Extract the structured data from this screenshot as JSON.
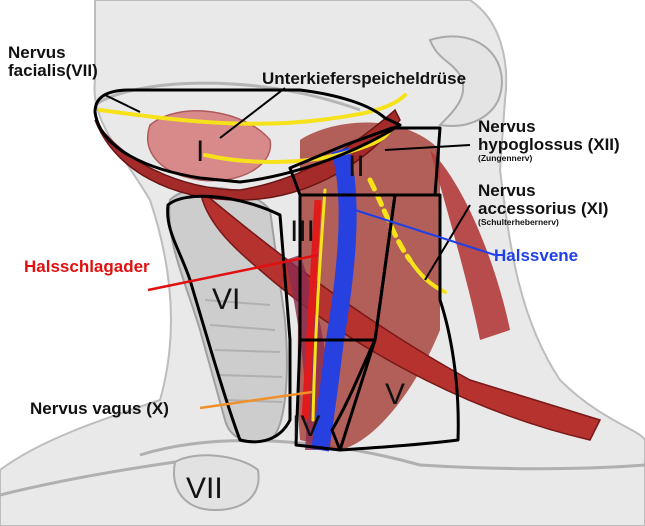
{
  "labels": {
    "facialis_line1": "Nervus",
    "facialis_line2": "facialis(VII)",
    "submandibular": "Unterkieferspeicheldrüse",
    "hypoglossus_line1": "Nervus",
    "hypoglossus_line2": "hypoglossus (XII)",
    "hypoglossus_sub": "(Zungennerv)",
    "accessorius_line1": "Nervus",
    "accessorius_line2": "accessorius (XI)",
    "accessorius_sub": "(Schulterhebernerv)",
    "halsschlagader": "Halsschlagader",
    "halsvene": "Halssvene",
    "vagus": "Nervus vagus (X)"
  },
  "zones": {
    "I": "I",
    "II": "II",
    "III": "III",
    "IV": "IV",
    "V": "V",
    "VI": "VI",
    "VII": "VII"
  },
  "colors": {
    "skin": "#e6e6e6",
    "skin_outline": "#bdbdbd",
    "muscle": "#b23a3a",
    "muscle_dark": "#8e2020",
    "nerve": "#f5e21a",
    "artery": "#e01b1b",
    "vein": "#1e3ae0",
    "vagus_line": "#f0902a",
    "gland": "#d9808a",
    "trachea": "#cfcfcf",
    "label_red": "#e01010",
    "label_blue": "#1f3fe8"
  }
}
